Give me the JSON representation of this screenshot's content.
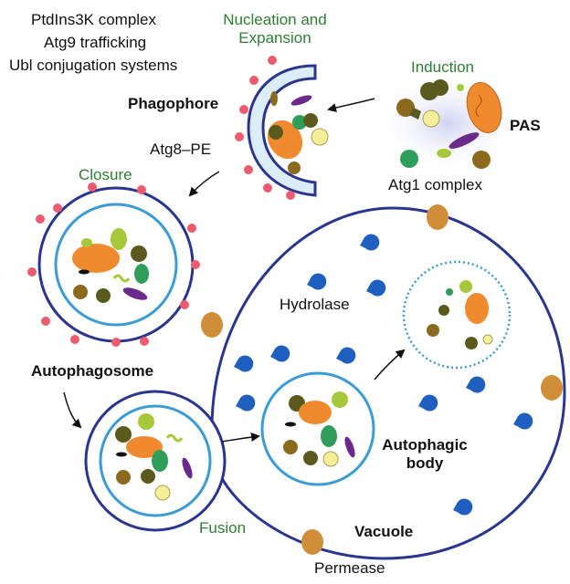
{
  "labels": {
    "ptdins3k": "PtdIns3K complex",
    "atg9": "Atg9 trafficking",
    "ubl": "Ubl conjugation systems",
    "nucleation_line1": "Nucleation and",
    "nucleation_line2": "Expansion",
    "induction": "Induction",
    "phagophore": "Phagophore",
    "atg8pe": "Atg8–PE",
    "pas": "PAS",
    "atg1": "Atg1 complex",
    "closure": "Closure",
    "hydrolase": "Hydrolase",
    "autophagosome": "Autophagosome",
    "autophagic_line1": "Autophagic",
    "autophagic_line2": "body",
    "fusion": "Fusion",
    "vacuole": "Vacuole",
    "permease": "Permease"
  },
  "colors": {
    "membrane": "#2a3590",
    "inner_membrane": "#3a9bd5",
    "membrane_fill": "#dcecf8",
    "atg8_dot": "#ee5b6f",
    "mitochondrion": "#f08a2e",
    "er_green": "#a6c83a",
    "ribosome_olive": "#5a5a1e",
    "lipid": "#f5ef9a",
    "protein_green": "#2f9e5a",
    "purple": "#6a2a8c",
    "brown": "#8b6a1e",
    "hydrolase_blue": "#1f5fbf",
    "permease": "#d08e3a",
    "label_green": "#2e7d32"
  },
  "icons": [
    "arrow-icon",
    "hydrolase-icon",
    "permease-icon"
  ]
}
